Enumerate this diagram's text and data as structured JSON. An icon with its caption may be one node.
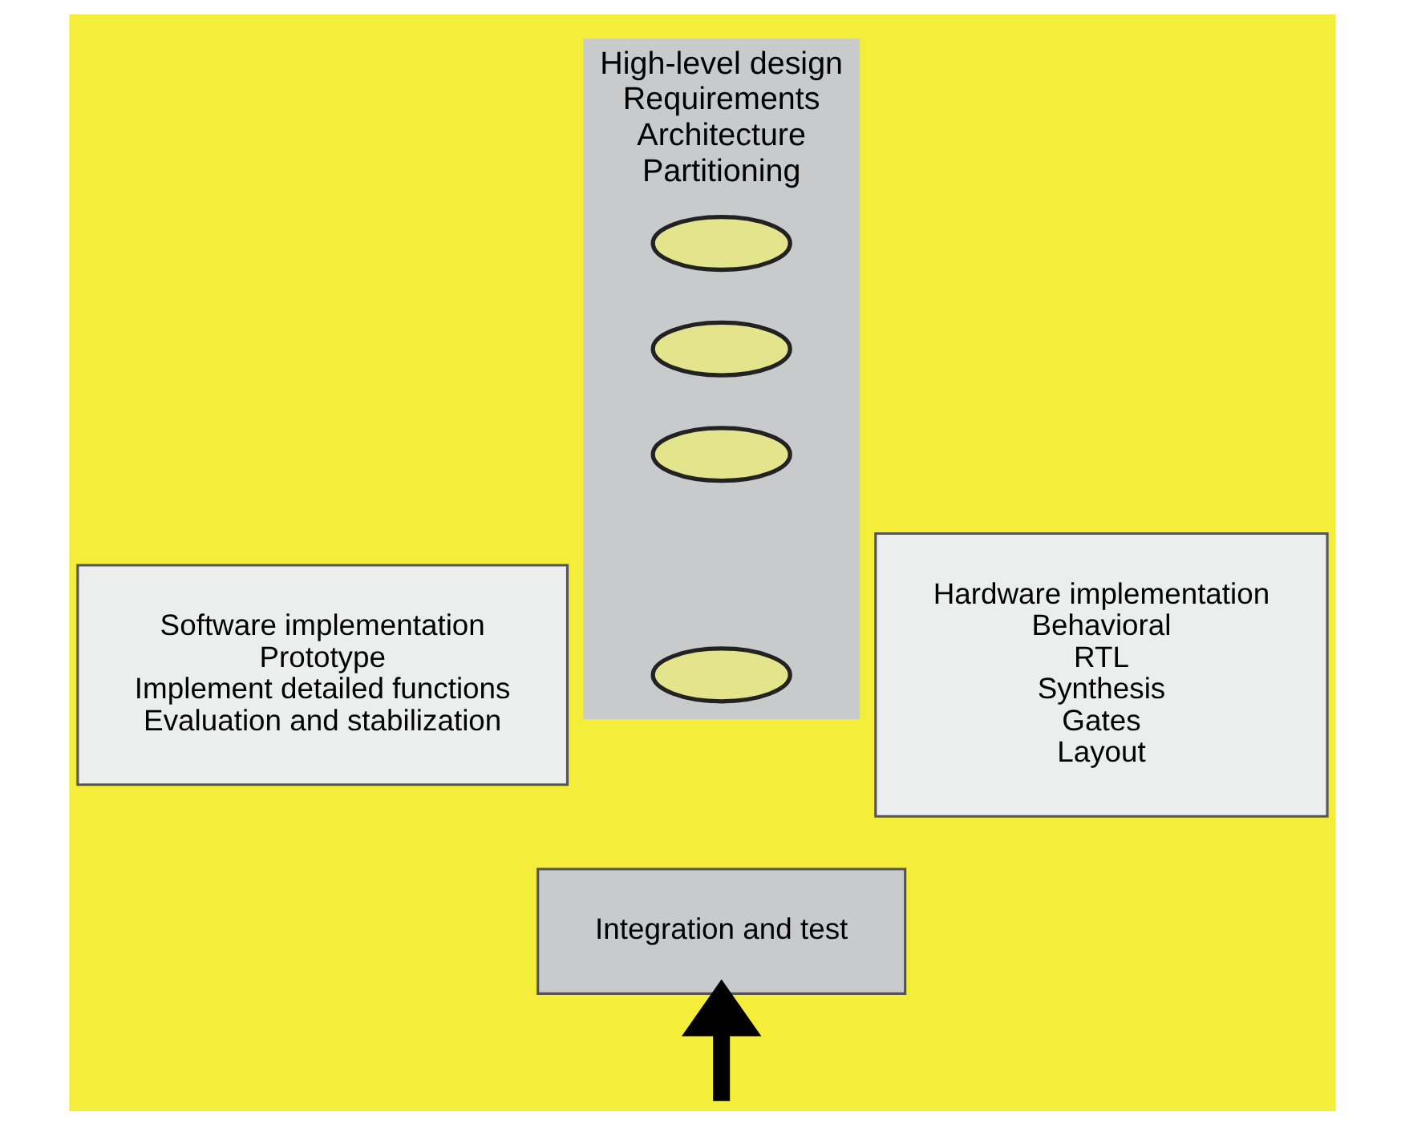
{
  "diagram": {
    "nodes": [
      {
        "text": [
          "High-level design",
          "Requirements",
          "Architecture",
          "Partitioning"
        ]
      },
      {
        "text": [
          "Software implementation",
          "Prototype",
          "Implement detailed functions",
          "Evaluation and stabilization"
        ]
      },
      {
        "text": [
          "Hardware implementation",
          "Behavioral",
          "RTL",
          "Synthesis",
          "Gates",
          "Layout"
        ]
      },
      {
        "text": [],
        "shape": "ellipse",
        "in": 0
      },
      {
        "text": [],
        "shape": "ellipse",
        "in": 0
      },
      {
        "text": [],
        "shape": "ellipse",
        "in": 0
      },
      {
        "text": [],
        "shape": "ellipse",
        "in": 0
      },
      {
        "text": [
          "Integration and test"
        ]
      }
    ],
    "edges": [
      {
        "from": null,
        "to": 7,
        "arrow": "to"
      }
    ]
  }
}
